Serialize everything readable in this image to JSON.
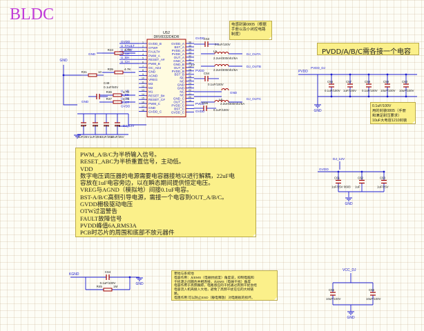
{
  "title": "BLDC",
  "ic": {
    "refdes": "U52",
    "part": "DRV8332DKDR",
    "left_pins": [
      {
        "name": "GVDD_B",
        "num": "1"
      },
      {
        "name": "OTW#",
        "num": "2"
      },
      {
        "name": "FAULT#",
        "num": "3"
      },
      {
        "name": "PWM_A",
        "num": "4"
      },
      {
        "name": "RESET_A#",
        "num": "5"
      },
      {
        "name": "PWM_B",
        "num": "6"
      },
      {
        "name": "OC_ADJ",
        "num": "7"
      },
      {
        "name": "GND",
        "num": "8"
      },
      {
        "name": "AGND",
        "num": "9"
      },
      {
        "name": "VREG",
        "num": "10"
      },
      {
        "name": "M3",
        "num": "11"
      },
      {
        "name": "M2",
        "num": "12"
      },
      {
        "name": "M1",
        "num": "13"
      },
      {
        "name": "RESET_B#",
        "num": "14"
      },
      {
        "name": "RESET_C#",
        "num": "15"
      },
      {
        "name": "PWM_C",
        "num": "16"
      },
      {
        "name": "GND",
        "num": "17"
      },
      {
        "name": "GVDD_C",
        "num": "18"
      }
    ],
    "right_pins": [
      {
        "name": "GVDD_A",
        "num": "36"
      },
      {
        "name": "BST_A",
        "num": "35"
      },
      {
        "name": "PVDD_A",
        "num": "34"
      },
      {
        "name": "PVDD_A",
        "num": "33"
      },
      {
        "name": "OUT_A",
        "num": "32"
      },
      {
        "name": "GND_A",
        "num": "31"
      },
      {
        "name": "GND_B",
        "num": "30"
      },
      {
        "name": "OUT_B",
        "num": "29"
      },
      {
        "name": "PVDD_B",
        "num": "28"
      },
      {
        "name": "BST_B",
        "num": "27"
      },
      {
        "name": "NC",
        "num": "26"
      },
      {
        "name": "NC",
        "num": "25"
      },
      {
        "name": "GND",
        "num": "24"
      },
      {
        "name": "GND",
        "num": "23"
      },
      {
        "name": "NC",
        "num": "22"
      },
      {
        "name": "NC",
        "num": "21"
      },
      {
        "name": "GND_C",
        "num": "20"
      },
      {
        "name": "OUT_C",
        "num": "19"
      }
    ],
    "extra_right": [
      {
        "name": "PVDD_C",
        "num": ""
      },
      {
        "name": "BST_C",
        "num": ""
      },
      {
        "name": "GVDD_C",
        "num": ""
      }
    ]
  },
  "net_labels": {
    "left": [
      "GVDD",
      "U_FAULT",
      "U_OTW",
      "U_AH",
      "U_BH",
      "U_CH"
    ],
    "left_lower": [
      "U_AB",
      "U_BB",
      "U_CB",
      "U_CT",
      "GVDD"
    ],
    "gnd": "GND",
    "right_top": "GVDD",
    "pvdd": "PVDD",
    "dj_12v": "DJ_12V",
    "vcc_dj": "VCC_DJ",
    "dj_12v_b": "DJ_12V",
    "pvdd_dj": "PVDD_DJ",
    "kgnd": "KGND"
  },
  "components": {
    "r33": {
      "ref": "R33",
      "val": "4.7K"
    },
    "r35": {
      "ref": "R35",
      "val": "4.7K"
    },
    "r31": {
      "ref": "R31",
      "val": "10"
    },
    "r36": {
      "ref": "R36",
      "val": "4.7K"
    },
    "r37": {
      "ref": "R37",
      "val": "4.7K"
    },
    "c48": {
      "ref": "C48",
      "val": "0.1uF/50V"
    },
    "c49": {
      "ref": "C49",
      "val": ""
    },
    "c47": {
      "ref": "C47",
      "val": "1uF/25V"
    },
    "c50": {
      "ref": "C50",
      "val": "1uF/25V"
    },
    "c51": {
      "ref": "C51",
      "val": "22uF/25V"
    },
    "c52": {
      "ref": "C52",
      "val": "22uF/25V"
    },
    "c53": {
      "ref": "C53",
      "val": "0.1uF/100V"
    },
    "c54": {
      "ref": "C54",
      "val": "0.1uF/100V"
    },
    "c55": {
      "ref": "C55",
      "val": "0.1uF/100V"
    },
    "l5": {
      "ref": "L5",
      "val": "2.2uH/300mhz/6A"
    },
    "l7": {
      "ref": "L7",
      "val": "2.2uH/300mhz/6A"
    },
    "l6": {
      "ref": "L6",
      "val": "2.2uH/300mhz/6A"
    },
    "out_a": "DJ_OUTA",
    "out_b": "DJ_OUTB",
    "out_c": "DJ_OUTC",
    "c56": {
      "ref": "C56",
      "val": "0.1uF/100V"
    },
    "c57": {
      "ref": "C57",
      "val": "1uF/100V"
    },
    "c58": {
      "ref": "C58",
      "val": "0.1uF/100V"
    },
    "c59": {
      "ref": "C59",
      "val": "10uF/100V"
    },
    "c60": {
      "ref": "C60",
      "val": "10uF/100V"
    },
    "c61": {
      "ref": "C61",
      "val": "1uF/25V 0603"
    },
    "c62": {
      "ref": "C62",
      "val": "1uF"
    },
    "c63": {
      "ref": "C63",
      "val": "1uF/25V"
    },
    "c64": {
      "ref": "C64",
      "val": "0.1uF/100V"
    },
    "r45": {
      "ref": "R45",
      "val": "1M"
    },
    "c65": {
      "ref": "C65",
      "val": "10uF/100V"
    },
    "c66": {
      "ref": "C66",
      "val": "10uF/100V"
    }
  },
  "notes": {
    "sizes": [
      "电感封装0805（根据",
      "手册以及小闭控电路",
      "制度）"
    ],
    "pvdd": "PVDD/A/B/C需各接一个电容",
    "cap_note": [
      "0.1uF/100V",
      "用的封装0805（手册",
      "和满足耐压要求）",
      "10uF大电容1210封装"
    ],
    "main": [
      "PWM_A/B/C为半桥输入信号。",
      "RESET_ABC为半桥重置信号，主动低。",
      "VDD",
      "数字电压调压器的电源需要电容器接地以进行解耦，22uF电",
      "容放在1uF电容旁边，以在瞬态期间提供恒定电压。",
      "VREG与AGND（模拟地）间接0.1uF电容。",
      "BST-A/B/C高侧引导电源，需接一个电容到OUT_A/B/C。",
      "GVDD栅极驱动电压",
      "OTW过温警告",
      "FAULT故障信号",
      "PVDD峰值6A,RMS3A",
      "PCB时芯片的周围和底部不放元器件"
    ],
    "esd": [
      "更地与系统地",
      "电容作用：从EMS（电磁抗扰度）角度说，抑制电脑和",
      "干扰源之间耦合并相连接，从EMS（电磁干扰）角度",
      "电容作用于高频跟踪，电路感应的干扰通过高频干扰会经",
      "电容流入机壳接入大地，避免了高频干扰在信的大线链",
      "路。",
      "电阻作用:可以防止ESD（静电释放）对电路板的损坏。"
    ]
  },
  "colors": {
    "wire": "#1a1ad0",
    "component": "#a00000",
    "pin_text": "#1a1ad0",
    "net_text": "#1a1ad0",
    "ic_fill": "#fffbe0",
    "title": "#c03ad8",
    "note_bg": "#fbf08a"
  }
}
